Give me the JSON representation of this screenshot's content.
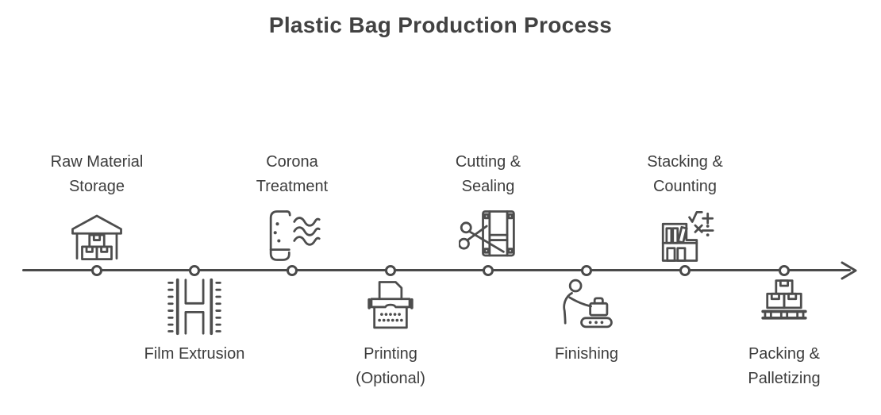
{
  "title": "Plastic Bag Production Process",
  "steps": [
    {
      "label": "Raw Material\nStorage",
      "position": "above",
      "icon": "warehouse-icon"
    },
    {
      "label": "Film Extrusion",
      "position": "below",
      "icon": "film-strip-icon"
    },
    {
      "label": "Corona\nTreatment",
      "position": "above",
      "icon": "corona-discharge-icon"
    },
    {
      "label": "Printing\n(Optional)",
      "position": "below",
      "icon": "printing-press-icon"
    },
    {
      "label": "Cutting &\nSealing",
      "position": "above",
      "icon": "scissors-film-icon"
    },
    {
      "label": "Finishing",
      "position": "below",
      "icon": "worker-conveyor-icon"
    },
    {
      "label": "Stacking &\nCounting",
      "position": "above",
      "icon": "shelf-counting-icon"
    },
    {
      "label": "Packing &\nPalletizing",
      "position": "below",
      "icon": "pallet-boxes-icon"
    }
  ],
  "colors": {
    "background": "#ffffff",
    "title_text": "#424242",
    "label_text": "#3d3d3d",
    "timeline_line": "#4a4a4a",
    "icon_stroke": "#4d4d4d",
    "node_fill": "#ffffff",
    "node_border": "#4a4a4a"
  }
}
